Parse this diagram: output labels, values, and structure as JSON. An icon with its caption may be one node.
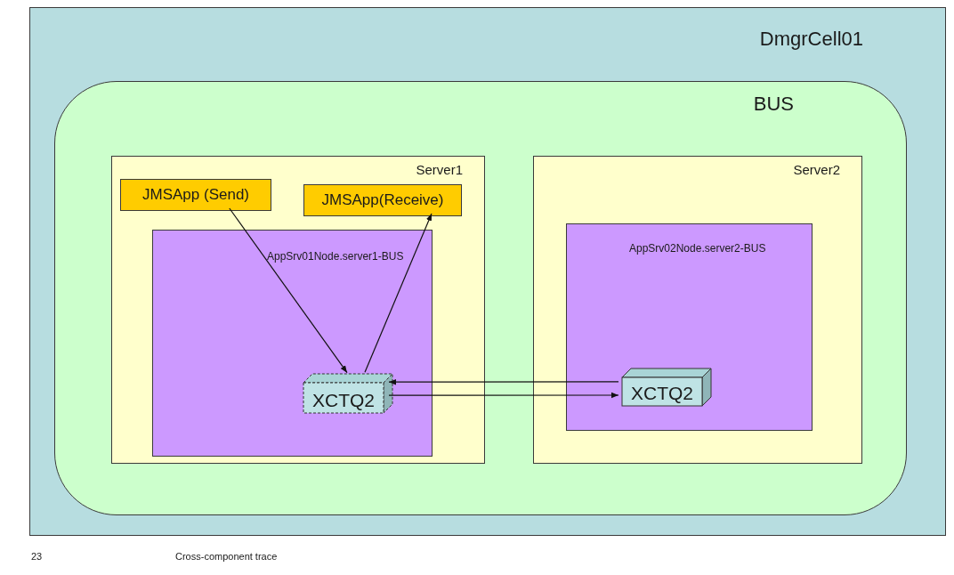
{
  "diagram": {
    "nodes": [
      {
        "text": [
          "DmgrCell01"
        ]
      },
      {
        "text": [
          "BUS"
        ],
        "in": 0
      },
      {
        "text": [
          "Server1"
        ],
        "in": 1
      },
      {
        "text": [
          "JMSApp (Send)"
        ],
        "in": 2
      },
      {
        "text": [
          "JMSApp(Receive)"
        ],
        "in": 2
      },
      {
        "text": [
          "AppSrv01Node.server1-BUS"
        ],
        "in": 2
      },
      {
        "text": [
          "XCTQ2"
        ],
        "in": 5
      },
      {
        "text": [
          "Server2"
        ],
        "in": 1
      },
      {
        "text": [
          "AppSrv02Node.server2-BUS"
        ],
        "in": 7
      },
      {
        "text": [
          "XCTQ2"
        ],
        "in": 8
      }
    ],
    "edges": [
      {
        "from": 3,
        "to": 6,
        "arrow": "to"
      },
      {
        "from": 6,
        "to": 4,
        "arrow": "to"
      },
      {
        "from": 9,
        "to": 6,
        "arrow": "to"
      },
      {
        "from": 6,
        "to": 9,
        "arrow": "to"
      }
    ],
    "labels": [
      "23",
      "Cross-component trace"
    ]
  }
}
